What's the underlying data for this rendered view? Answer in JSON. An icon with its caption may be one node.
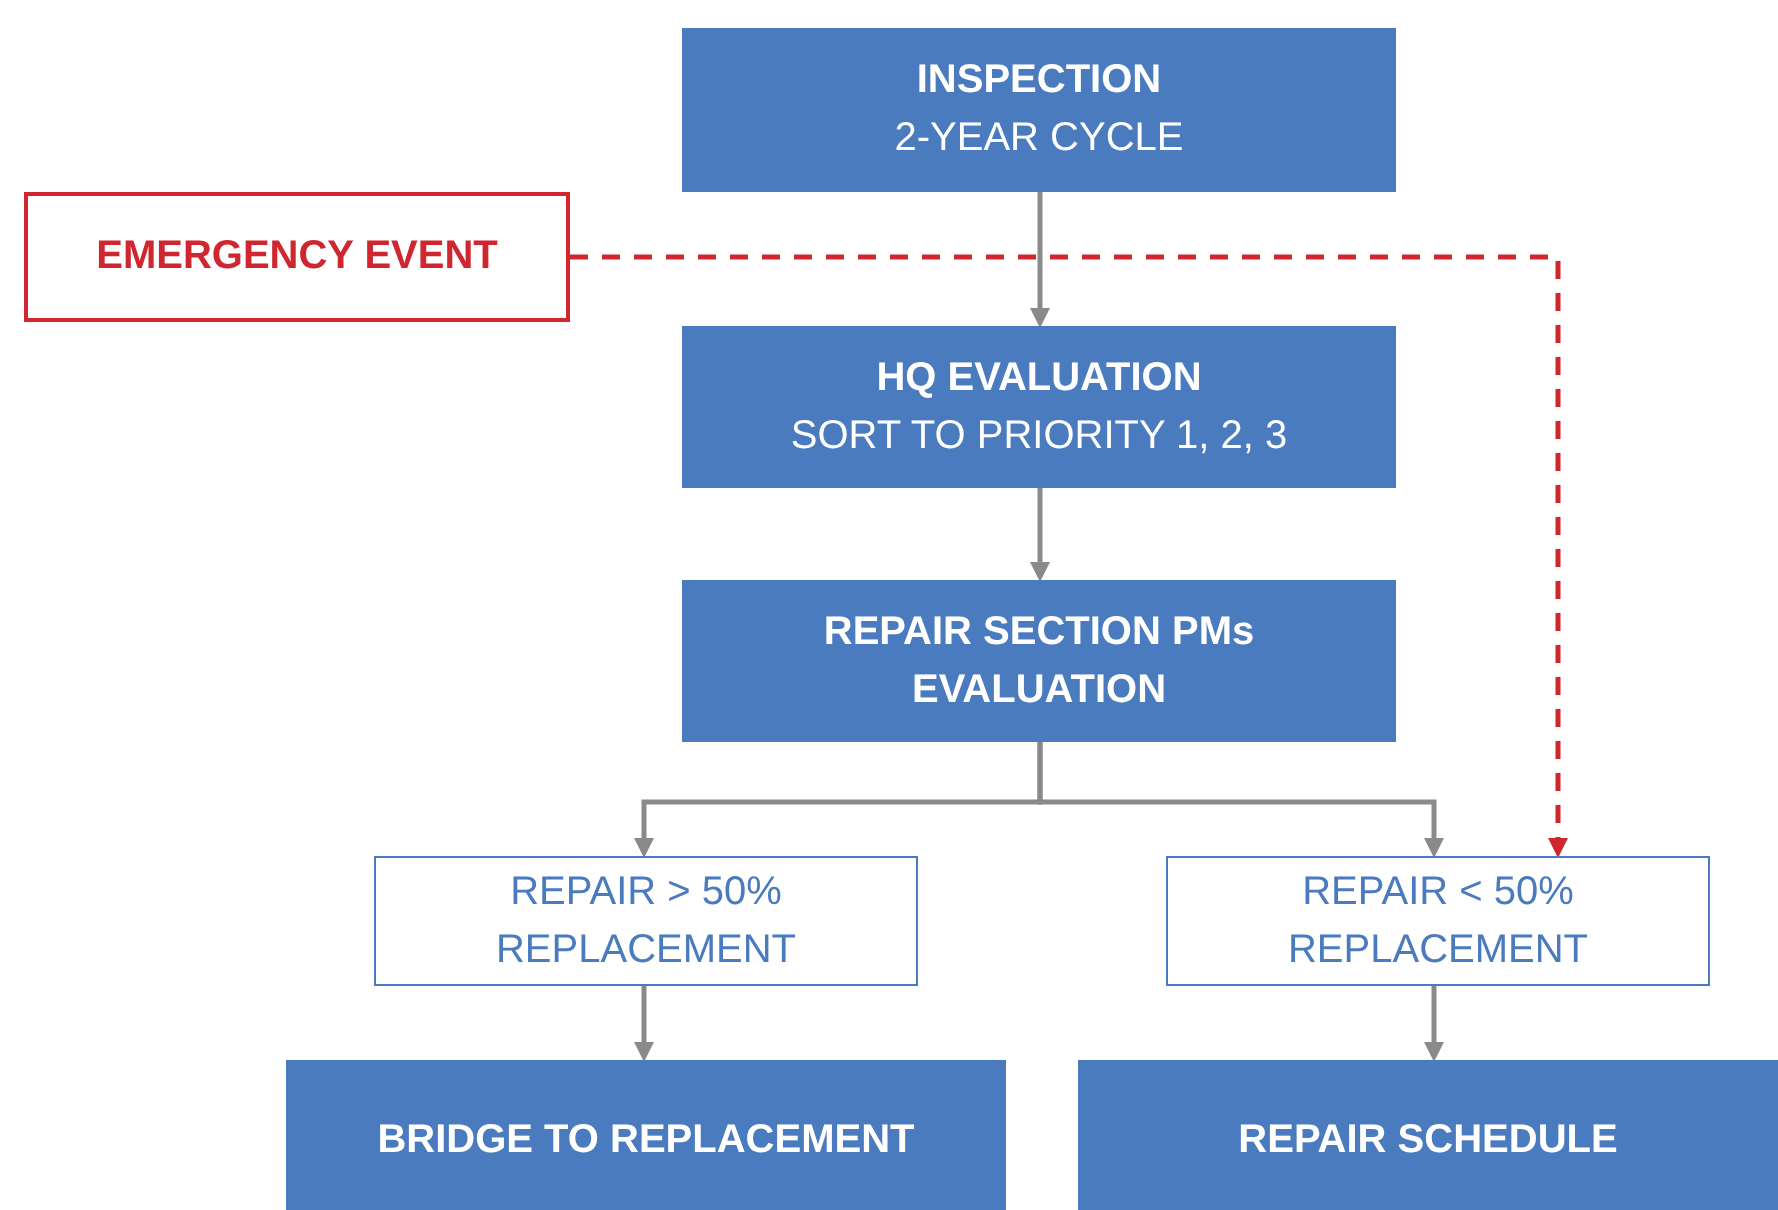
{
  "diagram": {
    "nodes": [
      {
        "text": [
          "INSPECTION",
          "2-YEAR CYCLE"
        ]
      },
      {
        "text": [
          "EMERGENCY EVENT"
        ]
      },
      {
        "text": [
          "HQ EVALUATION",
          "SORT TO PRIORITY 1, 2, 3"
        ]
      },
      {
        "text": [
          "REPAIR SECTION PMs EVALUATION"
        ]
      },
      {
        "text": [
          "REPAIR > 50% REPLACEMENT"
        ]
      },
      {
        "text": [
          "REPAIR < 50% REPLACEMENT"
        ]
      },
      {
        "text": [
          "BRIDGE TO REPLACEMENT"
        ]
      },
      {
        "text": [
          "REPAIR SCHEDULE"
        ]
      }
    ],
    "edges": [
      {
        "from": 0,
        "to": 2,
        "arrow": "to"
      },
      {
        "from": 2,
        "to": 3,
        "arrow": "to"
      },
      {
        "from": 3,
        "to": 4,
        "arrow": "to"
      },
      {
        "from": 3,
        "to": 5,
        "arrow": "to"
      },
      {
        "from": 4,
        "to": 6,
        "arrow": "to"
      },
      {
        "from": 5,
        "to": 7,
        "arrow": "to"
      },
      {
        "from": 1,
        "to": 5,
        "arrow": "to",
        "style": "dashed",
        "color": "#d0262f"
      }
    ]
  }
}
